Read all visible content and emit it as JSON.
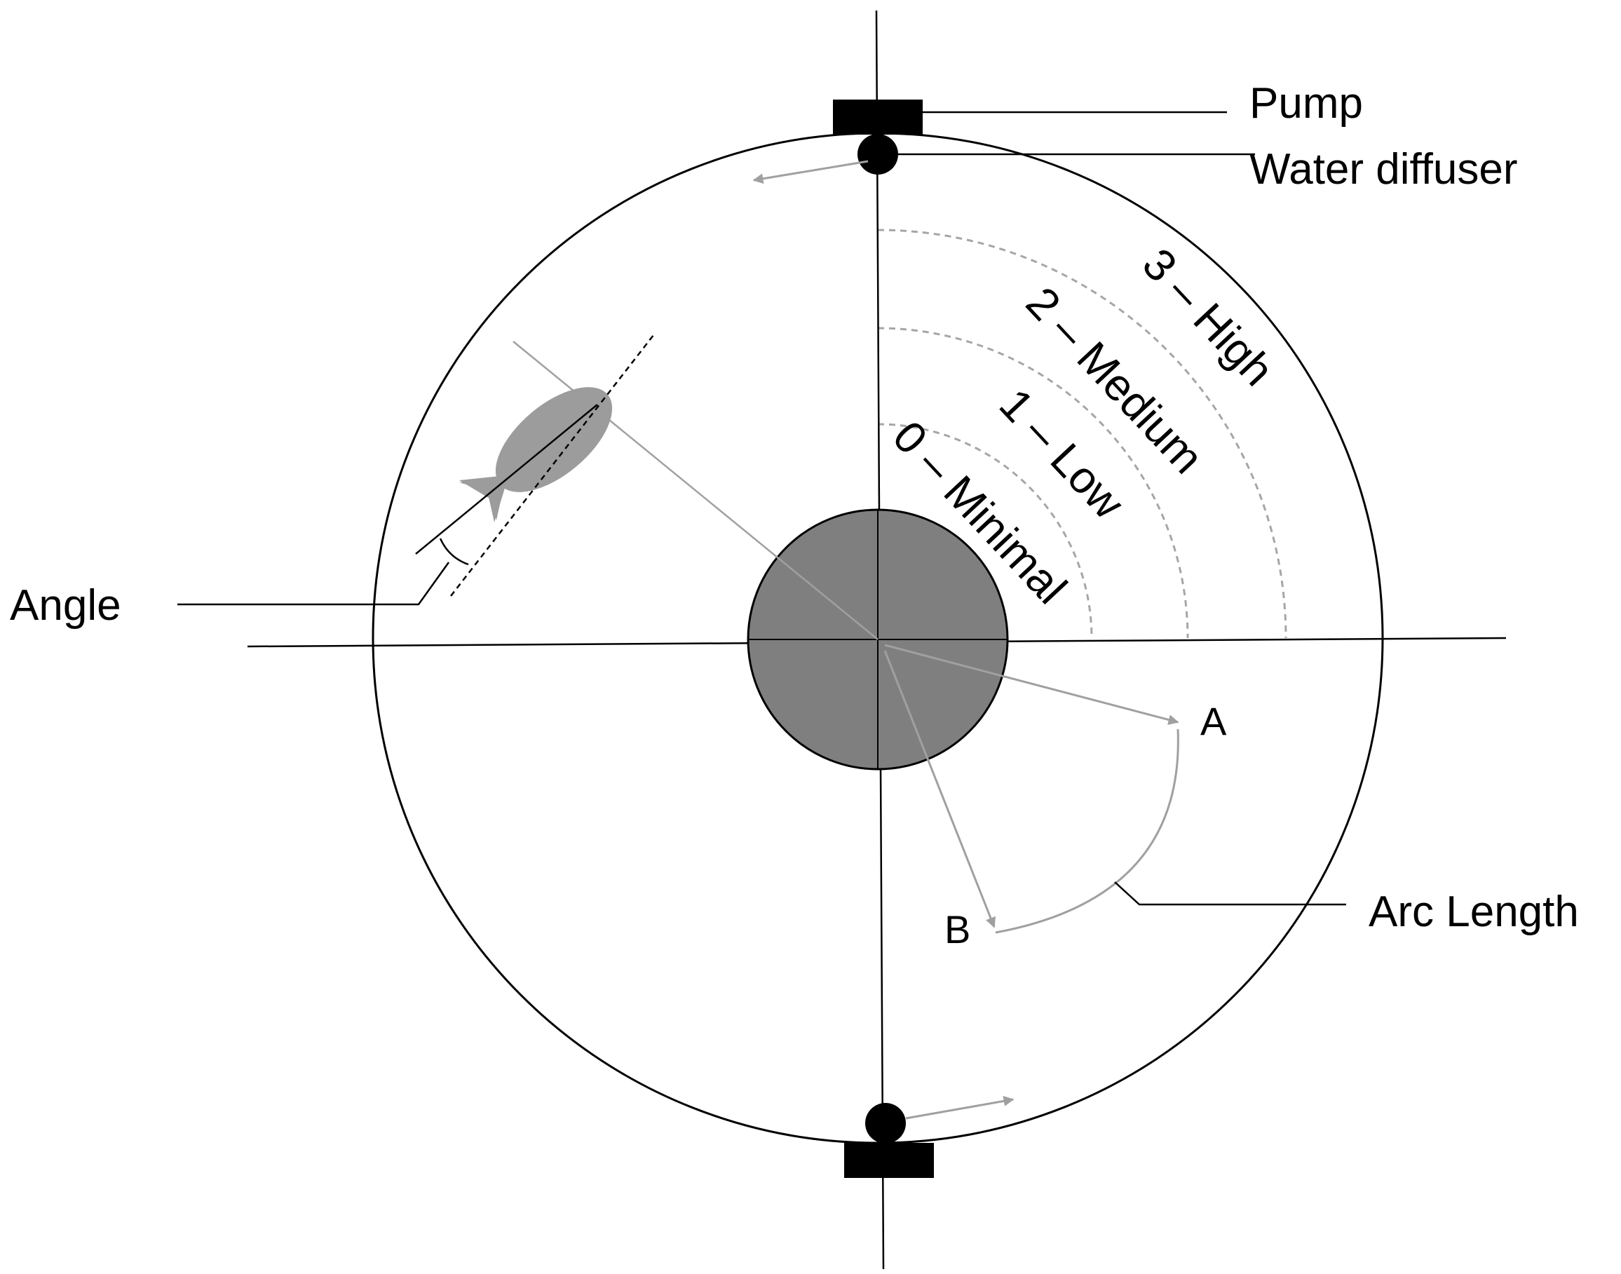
{
  "labels": {
    "pump": "Pump",
    "water_diffuser": "Water diffuser",
    "angle": "Angle",
    "arc_length": "Arc Length",
    "point_a": "A",
    "point_b": "B"
  },
  "flow_zones": [
    {
      "label": "0 – Minimal"
    },
    {
      "label": "1 – Low"
    },
    {
      "label": "2 – Medium"
    },
    {
      "label": "3 – High"
    }
  ],
  "colors": {
    "outline": "#000000",
    "center_disc": "#7f7f7f",
    "fish": "#9c9c9c",
    "arrows": "#a0a0a0",
    "zone_arcs": "#a6a6a6"
  },
  "icons": {
    "pump": "black-rectangle",
    "water_diffuser": "black-dot",
    "fish": "fish-silhouette"
  }
}
